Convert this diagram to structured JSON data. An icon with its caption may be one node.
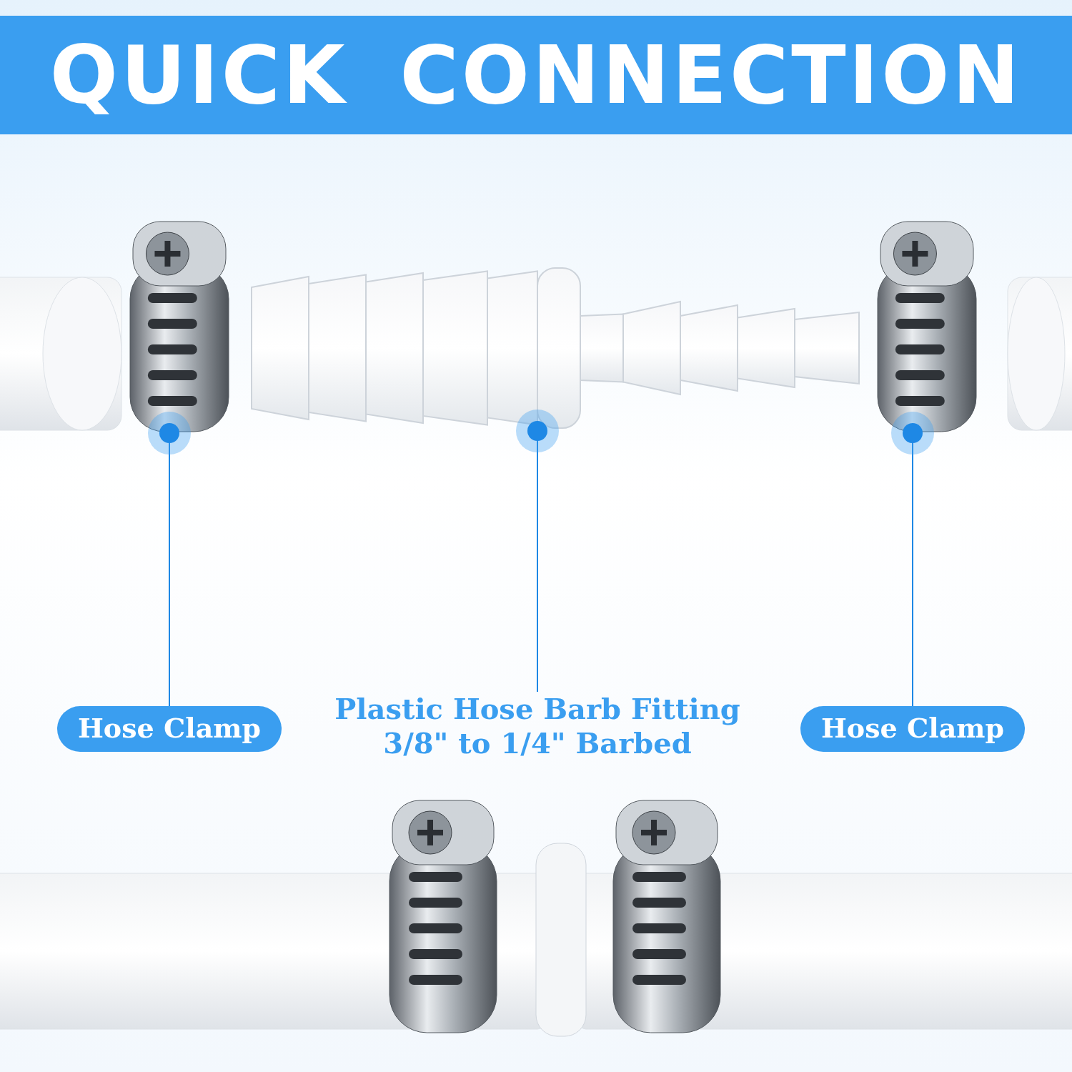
{
  "diagram": {
    "title": "QUICK CONNECTION",
    "nodes": [
      {
        "text": [],
        "shape": "picture"
      },
      {
        "text": [],
        "shape": "picture"
      },
      {
        "text": [],
        "shape": "picture"
      },
      {
        "text": [
          "Hose Clamp"
        ]
      },
      {
        "text": [
          "Plastic Hose Barb Fitting 3/8\" to 1/4\" Barbed"
        ]
      },
      {
        "text": [
          "Hose Clamp"
        ]
      }
    ],
    "edges": [
      {
        "from": 3,
        "to": 0,
        "arrow": "other"
      },
      {
        "from": 4,
        "to": 1,
        "arrow": "other"
      },
      {
        "from": 5,
        "to": 2,
        "arrow": "other"
      }
    ]
  }
}
